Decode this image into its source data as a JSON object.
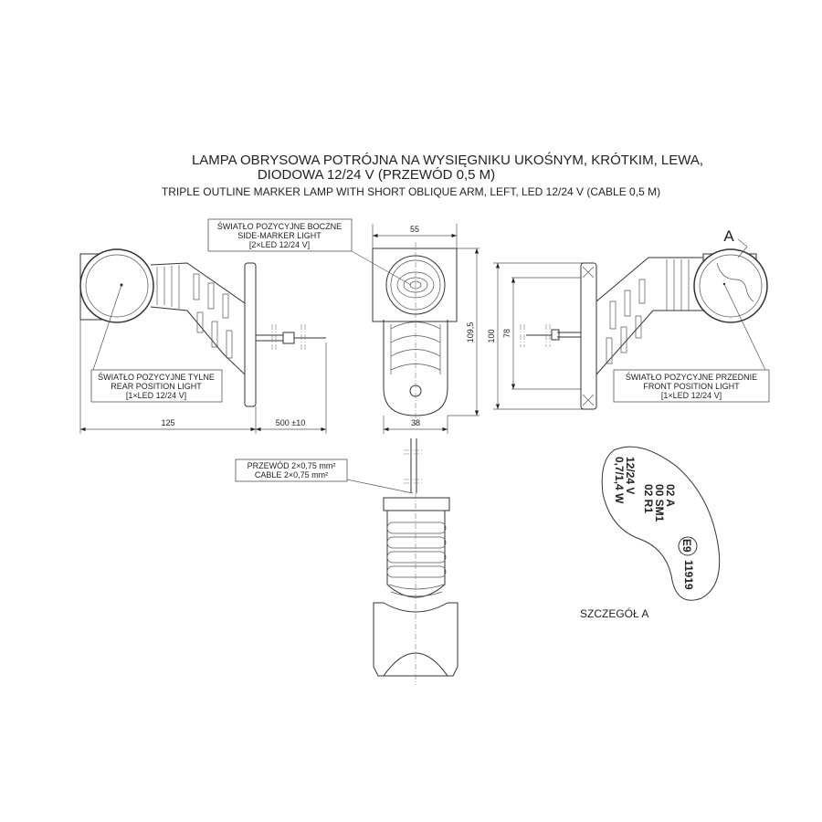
{
  "title": {
    "line1": "LAMPA OBRYSOWA POTRÓJNA   NA WYSIĘGNIKU UKOŚNYM, KRÓTKIM, LEWA,",
    "line2": "DIODOWA 12/24 V (PRZEWÓD 0,5 M)",
    "line3": "TRIPLE OUTLINE MARKER LAMP  WITH SHORT OBLIQUE ARM, LEFT, LED 12/24 V (CABLE 0,5 M)"
  },
  "labels": {
    "side": [
      "ŚWIATŁO POZYCYJNE BOCZNE",
      "SIDE-MARKER LIGHT",
      "[2×LED 12/24 V]"
    ],
    "rear": [
      "ŚWIATŁO POZYCYJNE TYLNE",
      "REAR POSITION LIGHT",
      "[1×LED 12/24 V]"
    ],
    "front": [
      "ŚWIATŁO POZYCYJNE PRZEDNIE",
      "FRONT POSITION LIGHT",
      "[1×LED 12/24 V]"
    ],
    "cable": [
      "PRZEWÓD 2×0,75 mm²",
      "CABLE 2×0,75 mm²"
    ],
    "detail_marker": "A"
  },
  "dimensions": {
    "length": "125",
    "cable_length": "500 ±10",
    "front_width": "55",
    "bottom_width": "38",
    "height_total": "109,5",
    "height_flange": "100",
    "hole_spacing": "78"
  },
  "detail_a": {
    "title": "SZCZEGÓŁ A",
    "lines": [
      "12/24 V",
      "0,7/1,4 W",
      "02 A",
      "00 SM1",
      "02 R1",
      "E9",
      "11919"
    ]
  }
}
